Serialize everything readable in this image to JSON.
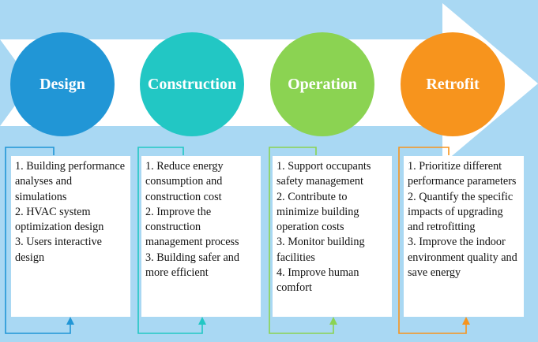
{
  "colors": {
    "background": "#a9d8f3",
    "arrow": "#ffffff",
    "design": "#2196d6",
    "construction": "#22c7c4",
    "operation": "#8bd352",
    "retrofit": "#f7941d"
  },
  "stages": [
    {
      "title": "Design",
      "items": [
        "1. Building performance analyses and simulations",
        "2. HVAC system optimization design",
        "3. Users interactive design"
      ]
    },
    {
      "title": "Construction",
      "items": [
        "1. Reduce energy consumption and construction cost",
        "2. Improve the construction management process",
        "3. Building safer and more efficient"
      ]
    },
    {
      "title": "Operation",
      "items": [
        "1. Support occupants safety management",
        "2. Contribute to minimize building operation costs",
        "3. Monitor building facilities",
        "4. Improve human comfort"
      ]
    },
    {
      "title": "Retrofit",
      "items": [
        "1. Prioritize different performance parameters",
        "2. Quantify the specific impacts of upgrading and retrofitting",
        "3. Improve the indoor environment quality and save energy"
      ]
    }
  ]
}
